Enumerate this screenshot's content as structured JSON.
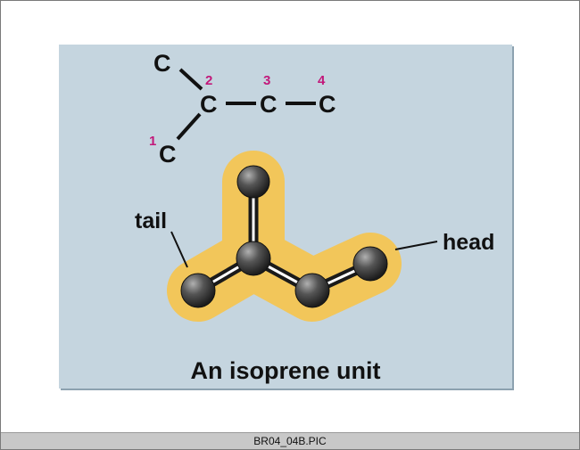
{
  "structure": {
    "atoms": [
      {
        "symbol": "C",
        "number": "1"
      },
      {
        "symbol": "C",
        "number": "2"
      },
      {
        "symbol": "C",
        "number": "3"
      },
      {
        "symbol": "C",
        "number": "4"
      },
      {
        "symbol": "C",
        "number": ""
      }
    ],
    "number_color": "#c2187a"
  },
  "model": {
    "tail_label": "tail",
    "head_label": "head",
    "highlight_color": "#f2c65a",
    "atom_color": "#3a3a3a"
  },
  "caption": "An isoprene unit",
  "statusbar": {
    "filename": "BR04_04B.PIC"
  },
  "colors": {
    "panel": "#c5d5df",
    "text": "#111111"
  }
}
